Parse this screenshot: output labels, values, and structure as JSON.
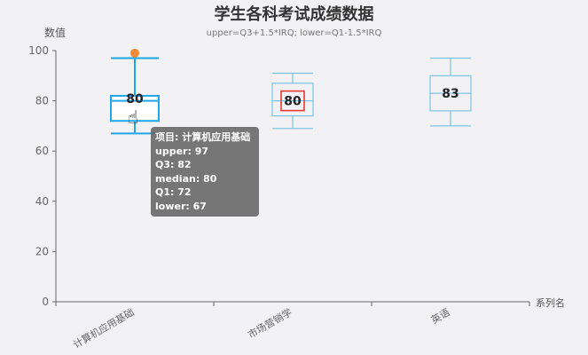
{
  "chart_data": {
    "type": "boxplot",
    "title": "学生各科考试成绩数据",
    "subtitle": "upper=Q3+1.5*IRQ;  lower=Q1-1.5*IRQ",
    "xlabel": "系列名",
    "ylabel": "数值",
    "ylim": [
      0,
      100
    ],
    "yticks": [
      0,
      20,
      40,
      60,
      80,
      100
    ],
    "categories": [
      "计算机应用基础",
      "市场营销学",
      "英语"
    ],
    "series": [
      {
        "name": "计算机应用基础",
        "upper": 97,
        "Q3": 82,
        "median": 80,
        "Q1": 72,
        "lower": 67,
        "label": "80",
        "outliers": [
          99
        ]
      },
      {
        "name": "市场营销学",
        "upper": 91,
        "Q3": 87,
        "median": 80,
        "Q1": 74,
        "lower": 69,
        "label": "80",
        "outliers": []
      },
      {
        "name": "英语",
        "upper": 97,
        "Q3": 90,
        "median": 83,
        "Q1": 76,
        "lower": 70,
        "label": "83",
        "outliers": []
      }
    ],
    "colors": {
      "box": "#7cc3e3",
      "box_active": "#1fa6e6",
      "outlier": "#ef8c3a",
      "highlight": "#e53935"
    },
    "grid": false
  },
  "tooltip": {
    "item": "项目: 计算机应用基础",
    "upper": "upper: 97",
    "q3": "Q3: 82",
    "median": "median: 80",
    "q1": "Q1: 72",
    "lower": "lower: 67"
  }
}
